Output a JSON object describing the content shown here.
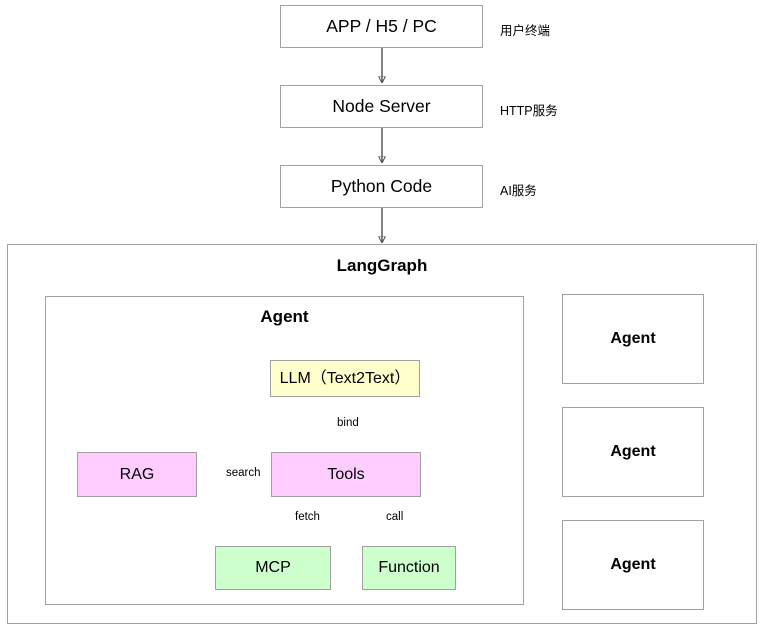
{
  "diagram": {
    "title": "LangGraph architecture diagram",
    "colors": {
      "yellow": "#ffffcc",
      "pink": "#ffccff",
      "green": "#ccffcc",
      "border": "#a0a0a0",
      "wire": "#4d4d4d",
      "background": "#ffffff"
    }
  },
  "flow": {
    "nodes": [
      {
        "id": "app",
        "label": "APP / H5 / PC",
        "side_label": "用户终端"
      },
      {
        "id": "node",
        "label": "Node Server",
        "side_label": "HTTP服务"
      },
      {
        "id": "python",
        "label": "Python Code",
        "side_label": "AI服务"
      }
    ]
  },
  "langgraph": {
    "title": "LangGraph",
    "agent": {
      "title": "Agent",
      "nodes": [
        {
          "id": "llm",
          "label": "LLM（Text2Text）",
          "color": "yellow"
        },
        {
          "id": "rag",
          "label": "RAG",
          "color": "pink"
        },
        {
          "id": "tools",
          "label": "Tools",
          "color": "pink"
        },
        {
          "id": "mcp",
          "label": "MCP",
          "color": "green"
        },
        {
          "id": "function",
          "label": "Function",
          "color": "green"
        }
      ],
      "edges": [
        {
          "from": "llm",
          "to": "tools",
          "label": "bind"
        },
        {
          "from": "tools",
          "to": "rag",
          "label": "search"
        },
        {
          "from": "tools",
          "to": "mcp",
          "label": "fetch"
        },
        {
          "from": "tools",
          "to": "function",
          "label": "call"
        }
      ]
    },
    "side_agents": [
      {
        "id": "agent-1",
        "label": "Agent"
      },
      {
        "id": "agent-2",
        "label": "Agent"
      },
      {
        "id": "agent-3",
        "label": "Agent"
      }
    ]
  }
}
